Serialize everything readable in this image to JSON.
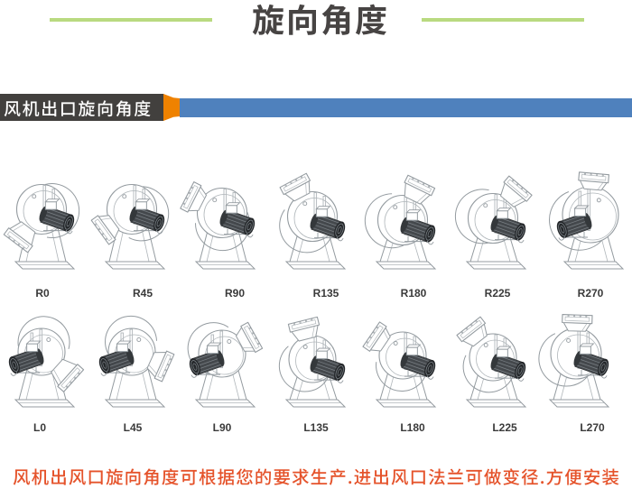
{
  "page": {
    "background": "#ffffff"
  },
  "header": {
    "title": "旋向角度",
    "title_color": "#474443",
    "line_color": "#b9da80"
  },
  "banner": {
    "label": "风机出口旋向角度",
    "label_color": "#ffffff",
    "label_bg": "#42403e",
    "arrow_color": "#ef8200",
    "bar_color": "#4f81bd"
  },
  "grid": {
    "rows": [
      {
        "series": "R",
        "cells": [
          {
            "label": "R0",
            "angle": 0
          },
          {
            "label": "R45",
            "angle": 45
          },
          {
            "label": "R90",
            "angle": 90
          },
          {
            "label": "R135",
            "angle": 135
          },
          {
            "label": "R180",
            "angle": 180
          },
          {
            "label": "R225",
            "angle": 225
          },
          {
            "label": "R270",
            "angle": 270
          }
        ]
      },
      {
        "series": "L",
        "cells": [
          {
            "label": "L0",
            "angle": 0
          },
          {
            "label": "L45",
            "angle": 45
          },
          {
            "label": "L90",
            "angle": 90
          },
          {
            "label": "L135",
            "angle": 135
          },
          {
            "label": "L180",
            "angle": 180
          },
          {
            "label": "L225",
            "angle": 225
          },
          {
            "label": "L270",
            "angle": 270
          }
        ]
      }
    ],
    "label_color": "#3a3a3a"
  },
  "footer": {
    "text": "风机出风口旋向角度可根据您的要求生产.进出风口法兰可做变径.方便安装",
    "color": "#e5532b"
  }
}
